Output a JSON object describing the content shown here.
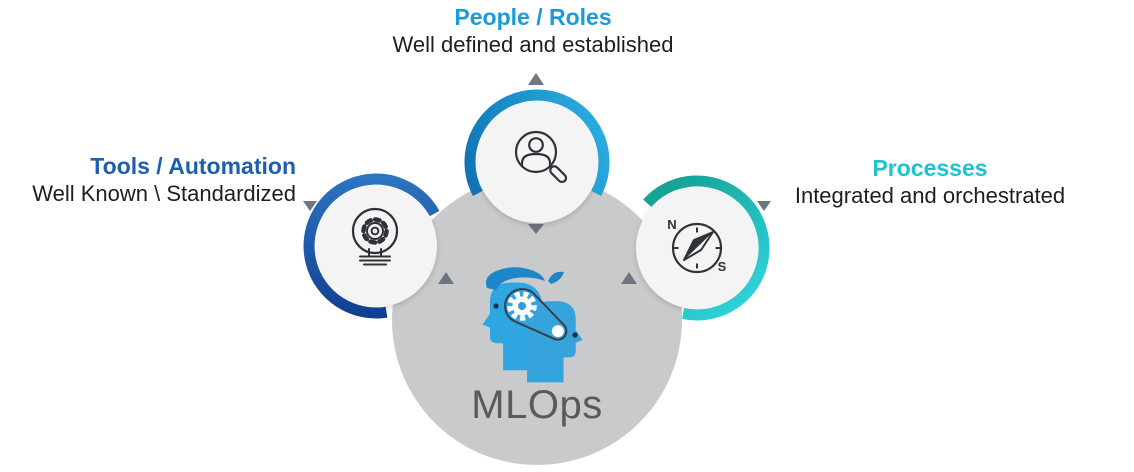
{
  "center": {
    "label": "MLOps",
    "icon": "two-heads-gear-belt-icon"
  },
  "nodes": {
    "people": {
      "title": "People / Roles",
      "subtitle": "Well defined and established",
      "icon": "person-magnifier-icon"
    },
    "tools": {
      "title": "Tools / Automation",
      "subtitle": "Well Known \\ Standardized",
      "icon": "lightbulb-gear-icon"
    },
    "processes": {
      "title": "Processes",
      "subtitle": "Integrated and orchestrated",
      "icon": "compass-icon"
    }
  },
  "compass": {
    "north": "N",
    "south": "S"
  },
  "colors": {
    "people_accent": "#1a9bd7",
    "tools_accent": "#1d5fad",
    "processes_accent": "#1cc3d1",
    "ring_people_from": "#0c6cb0",
    "ring_people_to": "#2aabdf",
    "ring_tools_from": "#123f90",
    "ring_tools_to": "#2b74c0",
    "ring_processes_from": "#149e8f",
    "ring_processes_to": "#30d6e0",
    "center_circle": "#c9cacb",
    "node_circle": "#f4f4f4",
    "arrow": "#6d7580",
    "subtitle_text": "#1e1e1e",
    "center_label_text": "#595a5c",
    "icon_stroke": "#2f3337",
    "head_back": "#2ea6e1",
    "head_hair": "#1e86c8",
    "head_front_from": "#36a4dc",
    "head_front_to": "#1f72b8"
  }
}
